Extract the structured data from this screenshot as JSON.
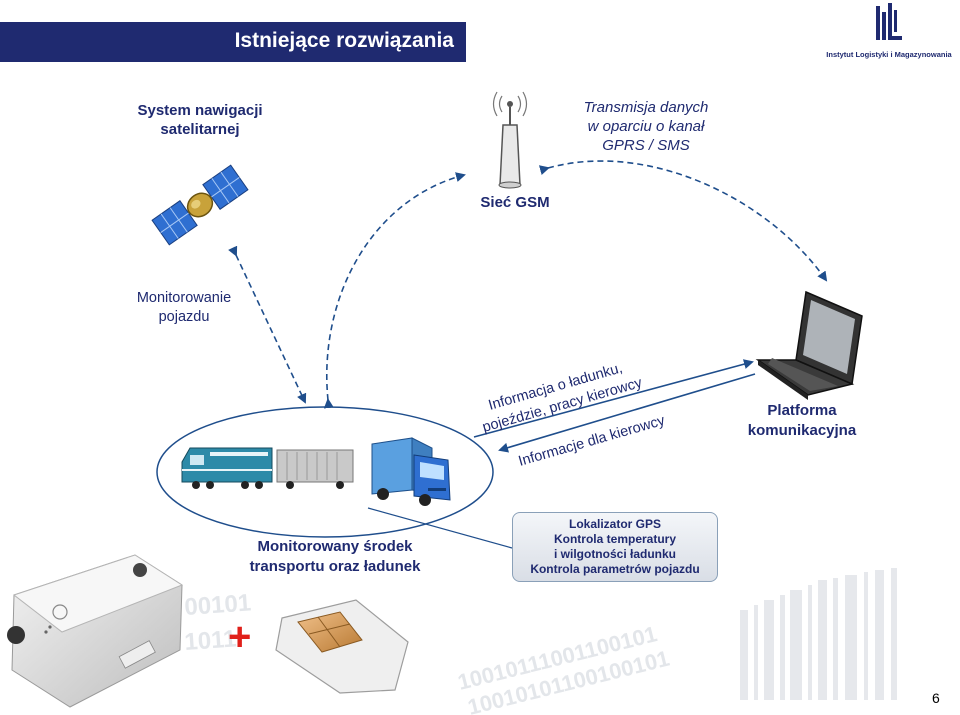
{
  "header": {
    "title": "Istniejące rozwiązania"
  },
  "logo": {
    "institute": "Instytut Logistyki i Magazynowania",
    "mark": "ILiM"
  },
  "diagram": {
    "satellite_label": [
      "System nawigacji",
      "satelitarnej"
    ],
    "gsm_label": "Sieć GSM",
    "transmission_label": [
      "Transmisja danych",
      "w oparciu o kanał",
      "GPRS / SMS"
    ],
    "monitoring_label": [
      "Monitorowanie",
      "pojazdu"
    ],
    "platform_label": [
      "Platforma",
      "komunikacyjna"
    ],
    "cargo_info_label": [
      "Informacja o ładunku,",
      "pojeździe, pracy kierowcy"
    ],
    "driver_info_label": "Informacje dla kierowcy",
    "transport_label": [
      "Monitorowany środek",
      "transportu oraz ładunek"
    ],
    "info_box": [
      "Lokalizator GPS",
      "Kontrola temperatury",
      "i wilgotności ładunku",
      "Kontrola parametrów pojazdu"
    ],
    "plus_sign": "+",
    "binary_watermark": [
      "00101",
      "1011",
      "10010111001100101",
      "10010101100100101"
    ]
  },
  "page": {
    "number": "6"
  },
  "colors": {
    "navy": "#1f2a70",
    "arrow": "#1f4e8c",
    "accent_red": "#e0201a"
  }
}
